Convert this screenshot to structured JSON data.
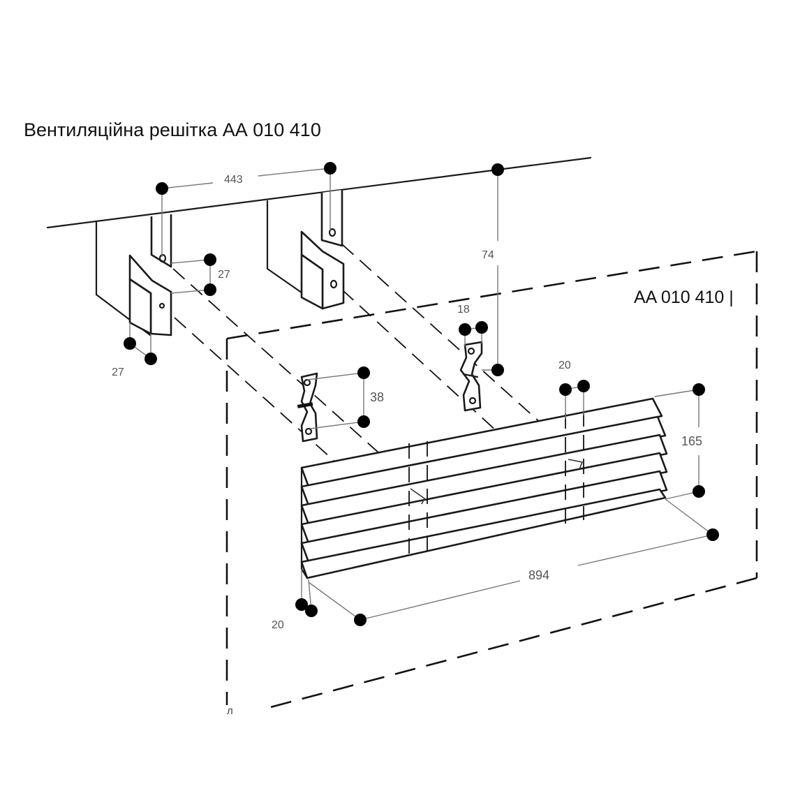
{
  "title": "Вентиляційна решітка АА 010 410",
  "model_code": "AA 010 410 |",
  "dimensions": {
    "rail_spacing": "443",
    "height_74": "74",
    "bracket_depth": "27",
    "bracket_width": "27",
    "clip_width": "18",
    "clip_height": "38",
    "slat_offset_top": "20",
    "grille_height": "165",
    "grille_length": "894",
    "slat_offset_bottom": "20"
  },
  "corner_mark": "л"
}
